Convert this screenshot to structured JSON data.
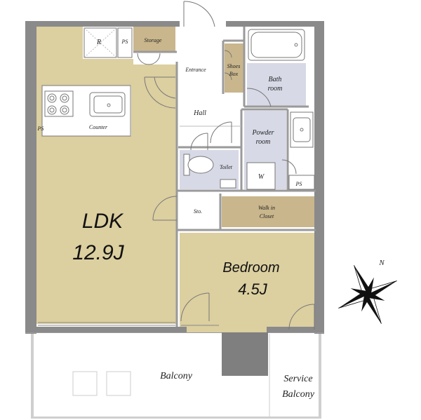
{
  "rooms": {
    "ldk": {
      "name": "LDK",
      "size": "12.9J"
    },
    "bedroom": {
      "name": "Bedroom",
      "size": "4.5J"
    },
    "storage": "Storage",
    "refrigerator": "R",
    "ps_top": "PS",
    "ps_kitchen": "PS",
    "ps_right": "PS",
    "counter": "Counter",
    "entrance": "Entrance",
    "shoes_box": [
      "Shoes",
      "Box"
    ],
    "bathroom": [
      "Bath",
      "room"
    ],
    "hall": "Hall",
    "powder_room": [
      "Powder",
      "room"
    ],
    "toilet": "Toilet",
    "washer": "W",
    "sto": "Sto.",
    "walk_in_closet": [
      "Walk in",
      "Closet"
    ],
    "balcony": "Balcony",
    "service_balcony": [
      "Service",
      "Balcony"
    ]
  },
  "compass": {
    "north": "N"
  },
  "colors": {
    "living": "#dccfa0",
    "wet": "#d7d9e6",
    "storage": "#c9b68c",
    "wall": "#8a8a8a",
    "shaft": "#7f7f7f",
    "line": "#9a9a9a"
  }
}
